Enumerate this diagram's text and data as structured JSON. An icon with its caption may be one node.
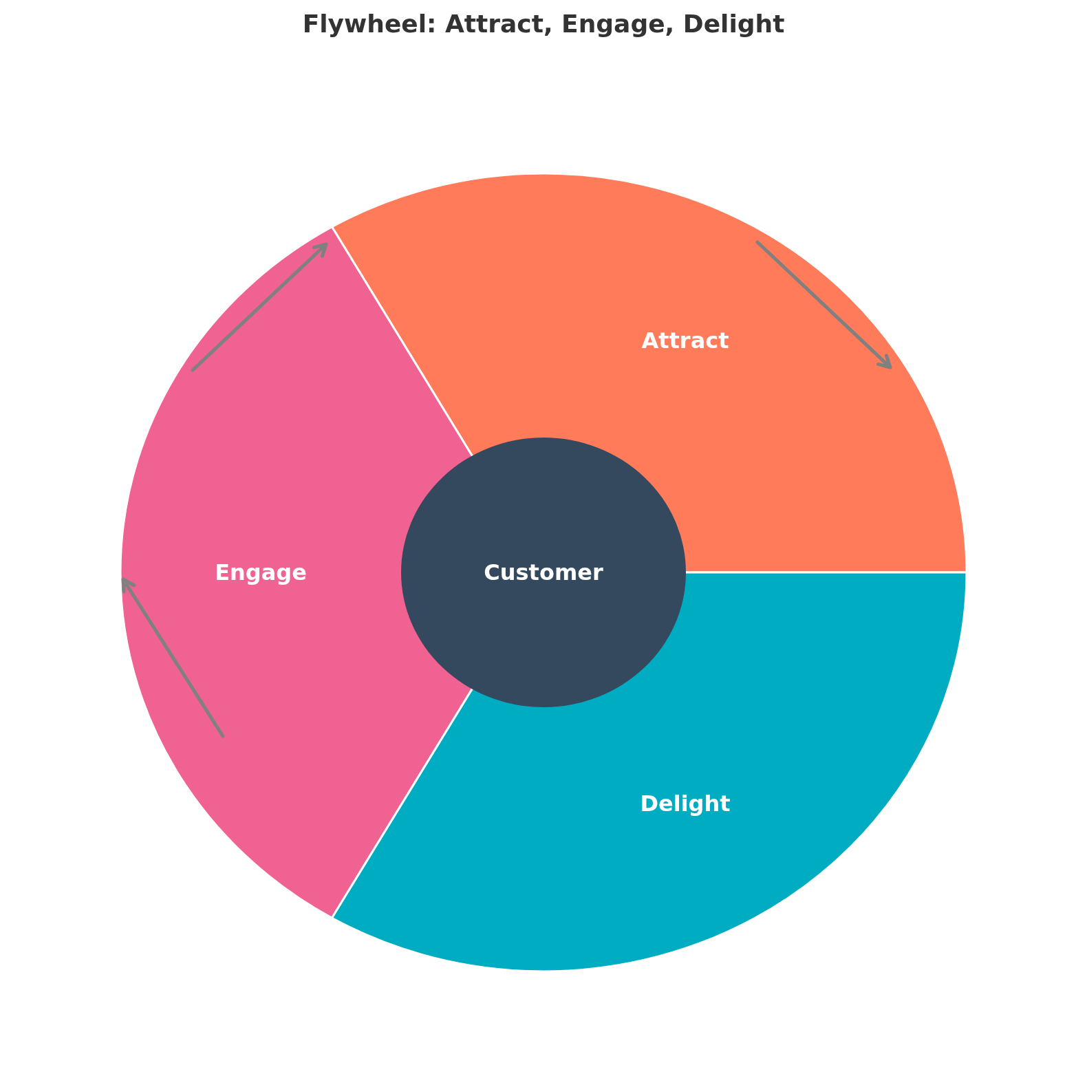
{
  "diagram": {
    "title": "Flywheel: Attract, Engage, Delight",
    "nodes": [
      {
        "text": [
          "Attract"
        ]
      },
      {
        "text": [
          "Engage"
        ]
      },
      {
        "text": [
          "Delight"
        ]
      },
      {
        "text": [
          "Customer"
        ]
      }
    ]
  }
}
